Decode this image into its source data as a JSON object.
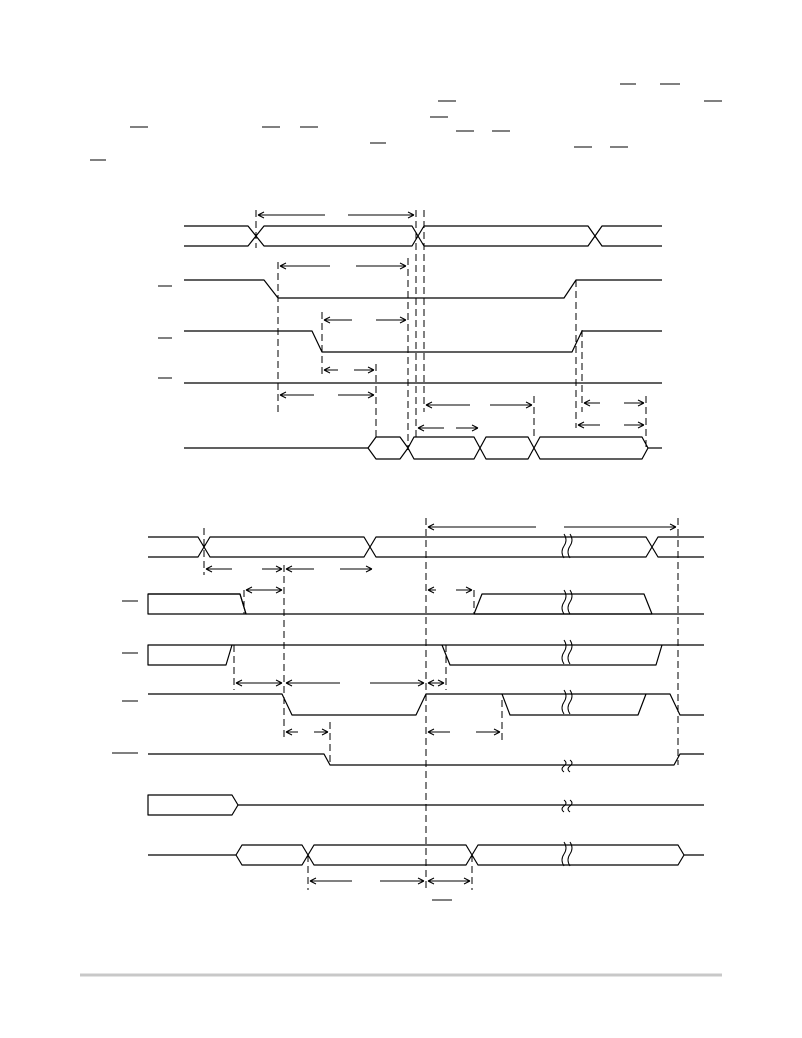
{
  "document": {
    "description_text_rows": 5,
    "footer_rule_color": "#c8c8c8"
  },
  "figures": [
    {
      "name": "read-cycle-timing",
      "signals": 5
    },
    {
      "name": "write-cycle-timing",
      "signals": 7
    }
  ],
  "palette": {
    "ink": "#000000",
    "rule": "#c8c8c8",
    "page": "#ffffff"
  }
}
